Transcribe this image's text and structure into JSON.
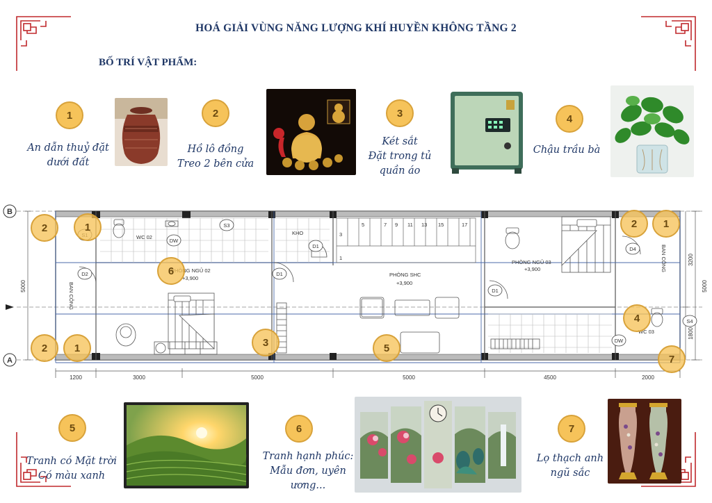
{
  "header": {
    "title": "HOÁ GIẢI VÙNG NĂNG LƯỢNG KHÍ HUYỀN KHÔNG TẦNG 2",
    "subtitle": "BỐ TRÍ VẬT PHẨM:"
  },
  "items_top": [
    {
      "num": "1",
      "line1": "An dẫn thuỷ đặt",
      "line2": "dưới đất",
      "line3": ""
    },
    {
      "num": "2",
      "line1": "Hồ lô đồng",
      "line2": "Treo 2 bên cửa",
      "line3": ""
    },
    {
      "num": "3",
      "line1": "Két sắt",
      "line2": "Đặt trong tủ",
      "line3": "quần áo"
    },
    {
      "num": "4",
      "line1": "Chậu trầu bà",
      "line2": "",
      "line3": ""
    }
  ],
  "items_bottom": [
    {
      "num": "5",
      "line1": "Tranh có Mặt trời",
      "line2": "Có màu xanh",
      "line3": ""
    },
    {
      "num": "6",
      "line1": "Tranh hạnh phúc:",
      "line2": "Mẫu đơn, uyên",
      "line3": "ương..."
    },
    {
      "num": "7",
      "line1": "Lọ thạch anh",
      "line2": "ngũ sắc",
      "line3": ""
    }
  ],
  "plan": {
    "axis_b": "B",
    "axis_a": "A",
    "rooms": {
      "wc02": "WC 02",
      "kho": "KHO",
      "bedroom02": "PHÒNG NGỦ 02",
      "bedroom02_level": "+3,900",
      "shc": "PHÒNG SHC",
      "shc_level": "+3,900",
      "bedroom03": "PHÒNG NGỦ 03",
      "bedroom03_level": "+3,900",
      "balcony_left": "BAN CÔNG",
      "balcony_right": "BAN CÔNG",
      "wc03": "WC 03"
    },
    "door_tags": {
      "d1a": "D1",
      "d1b": "D1",
      "d1c": "D1",
      "d2": "D2",
      "d4": "D4",
      "dw1": "DW",
      "dw2": "DW",
      "s1": "S1",
      "s3": "S3",
      "s4": "S4"
    },
    "stair_numbers": {
      "s3": "3",
      "s5": "5",
      "s7": "7",
      "s9": "9",
      "s11": "11",
      "s13": "13",
      "s15": "15",
      "s17": "17",
      "s1": "1"
    },
    "dims_bottom": {
      "d1": "1200",
      "d2": "3000",
      "d3": "5000",
      "d4": "5000",
      "d5": "4500",
      "d6": "2000"
    },
    "dims_left": "5000",
    "dims_right": {
      "r1": "5000",
      "r2": "3200",
      "r3": "1800"
    }
  },
  "plan_markers": [
    {
      "num": "2"
    },
    {
      "num": "1"
    },
    {
      "num": "6"
    },
    {
      "num": "2"
    },
    {
      "num": "1"
    },
    {
      "num": "3"
    },
    {
      "num": "5"
    },
    {
      "num": "2"
    },
    {
      "num": "1"
    },
    {
      "num": "4"
    },
    {
      "num": "7"
    }
  ],
  "colors": {
    "accent": "#1f3766",
    "badge": "#f6c35a",
    "corner": "#c0282c"
  }
}
